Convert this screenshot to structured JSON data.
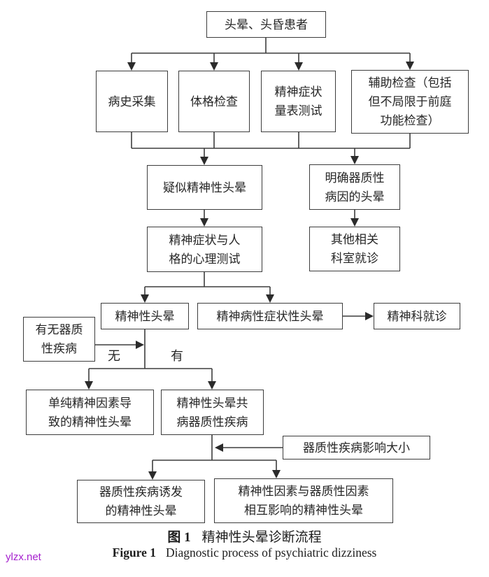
{
  "figure": {
    "caption_zh_label": "图 1",
    "caption_zh_title": "精神性头晕诊断流程",
    "caption_en_label": "Figure 1",
    "caption_en_title": "Diagnostic process of psychiatric dizziness"
  },
  "watermark": "ylzx.net",
  "branch_labels": {
    "no": "无",
    "yes": "有"
  },
  "nodes": {
    "patient": "头晕、头昏患者",
    "history": "病史采集",
    "physical_exam": "体格检查",
    "symptom_scale": "精神症状\n量表测试",
    "auxiliary_exam": "辅助检查（包括\n但不局限于前庭\n功能检查）",
    "suspected_psychogenic": "疑似精神性头晕",
    "organic_cause_dizziness": "明确器质性\n病因的头晕",
    "psych_personality_test": "精神症状与人\n格的心理测试",
    "other_department": "其他相关\n科室就诊",
    "psychogenic_dizziness": "精神性头晕",
    "psychotic_symptom_dizziness": "精神病性症状性头晕",
    "psychiatry_visit": "精神科就诊",
    "organic_disease_question": "有无器质\n性疾病",
    "pure_psych_dizziness": "单纯精神因素导\n致的精神性头晕",
    "comorbid_organic": "精神性头晕共\n病器质性疾病",
    "organic_impact": "器质性疾病影响大小",
    "organic_induced": "器质性疾病诱发\n的精神性头晕",
    "mutual_influence": "精神性因素与器质性因素\n相互影响的精神性头晕"
  },
  "colors": {
    "line": "#3d3d3d",
    "text": "#262626",
    "watermark": "#a621ce",
    "background": "#ffffff"
  }
}
